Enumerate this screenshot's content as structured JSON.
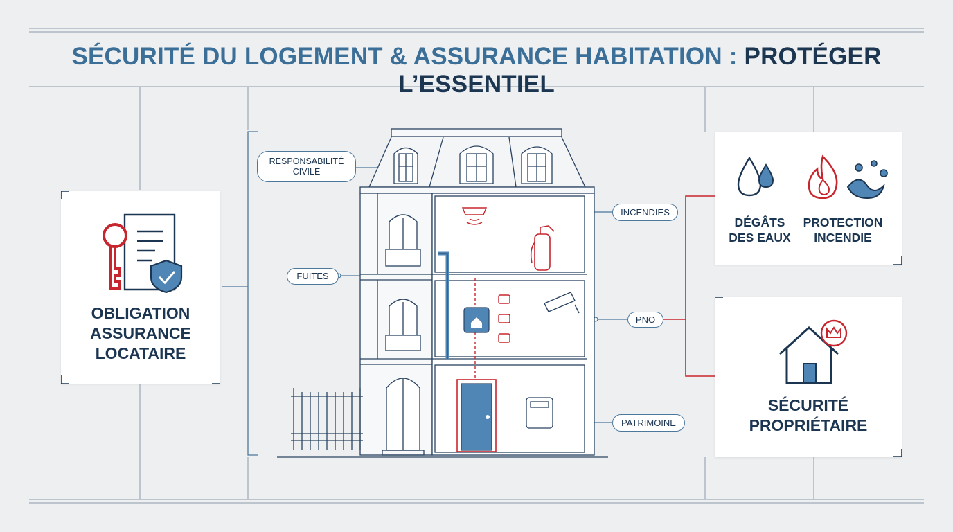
{
  "title": {
    "part1": "SÉCURITÉ DU LOGEMENT & ASSURANCE HABITATION :",
    "part2": "PROTÉGER L’ESSENTIEL"
  },
  "left_card": {
    "line1": "OBLIGATION",
    "line2": "ASSURANCE",
    "line3": "LOCATAIRE",
    "icons": [
      "key-icon",
      "document-icon",
      "shield-check-icon"
    ]
  },
  "callouts": {
    "responsabilite_line1": "RESPONSABILITÉ",
    "responsabilite_line2": "CIVILE",
    "fuites": "FUITES",
    "incendies": "INCENDIES",
    "pno": "PNO",
    "patrimoine": "PATRIMOINE"
  },
  "right_top_card": {
    "degats_line1": "DÉGÂTS",
    "degats_line2": "DES EAUX",
    "protection_line1": "PROTECTION",
    "protection_line2": "INCENDIE",
    "icons": [
      "water-drops-icon",
      "flame-icon",
      "water-splash-icon"
    ]
  },
  "right_bottom_card": {
    "line1": "SÉCURITÉ",
    "line2": "PROPRIÉTAIRE",
    "icons": [
      "house-crown-icon"
    ]
  },
  "colors": {
    "navy": "#1c3652",
    "steel_blue": "#3b6f98",
    "line_blue": "#4c789c",
    "accent_red": "#c8262e",
    "water_blue": "#4f86b5",
    "background": "#eeeff1"
  }
}
